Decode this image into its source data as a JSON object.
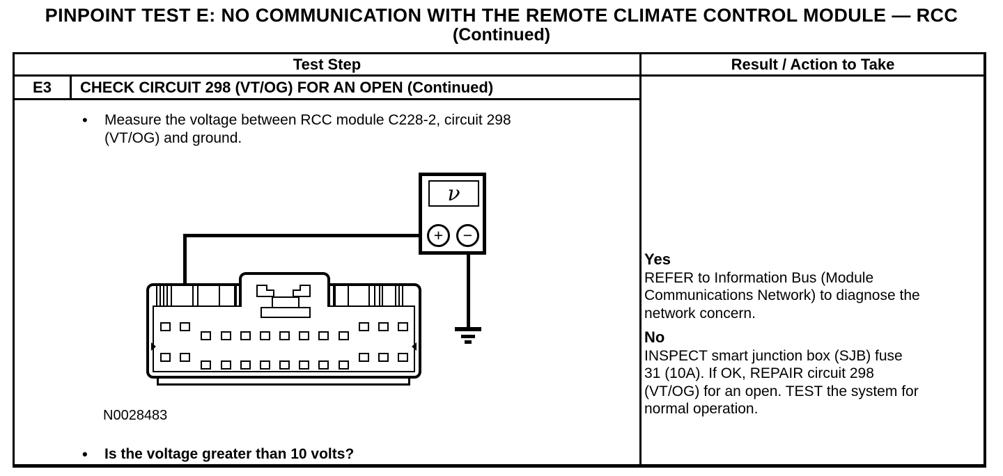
{
  "title": {
    "line1": "PINPOINT TEST E: NO COMMUNICATION WITH THE REMOTE CLIMATE CONTROL MODULE — RCC",
    "line2": "(Continued)"
  },
  "table": {
    "columns": [
      "Test Step",
      "Result / Action to Take"
    ],
    "step": {
      "id": "E3",
      "heading": "CHECK CIRCUIT 298 (VT/OG) FOR AN OPEN (Continued)"
    },
    "instructions": {
      "bullet_char": "•",
      "measure_lines": [
        "Measure the voltage between RCC module C228-2, circuit 298",
        "(VT/OG) and ground."
      ],
      "question": "Is the voltage greater than 10 volts?"
    },
    "result": {
      "yes_label": "Yes",
      "yes_lines": [
        "REFER to Information Bus (Module",
        "Communications Network) to diagnose the",
        "network concern."
      ],
      "no_label": "No",
      "no_lines": [
        "INSPECT smart junction box (SJB) fuse",
        "31 (10A). If OK, REPAIR circuit 298",
        "(VT/OG) for an open. TEST the system for",
        "normal operation."
      ]
    }
  },
  "figure": {
    "reference_number": "N0028483",
    "voltmeter": {
      "display_glyph": "ν",
      "plus_label": "+",
      "minus_label": "−"
    }
  },
  "colors": {
    "ink": "#000000",
    "paper": "#ffffff"
  }
}
